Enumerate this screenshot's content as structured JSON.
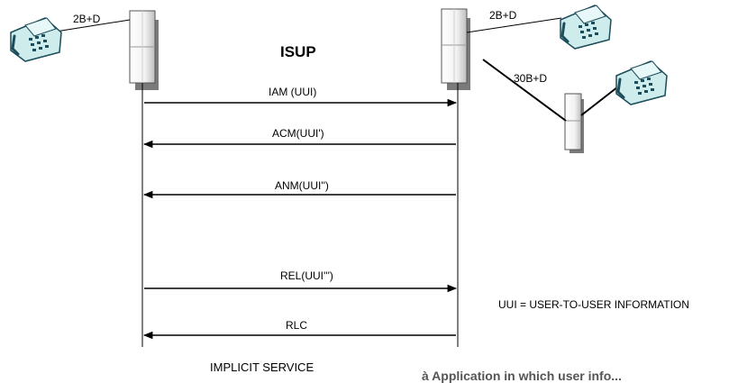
{
  "protocol_label": "ISUP",
  "links": {
    "left_phone_link": "2B+D",
    "right_phone_link": "2B+D",
    "pbx_trunk": "30B+D"
  },
  "messages": [
    {
      "label": "IAM (UUI)",
      "direction": "right"
    },
    {
      "label": "ACM(UUI')",
      "direction": "left"
    },
    {
      "label": "ANM(UUI'')",
      "direction": "left"
    },
    {
      "label": "REL(UUI''')",
      "direction": "right"
    },
    {
      "label": "RLC",
      "direction": "left"
    }
  ],
  "legend": "UUI = USER-TO-USER INFORMATION",
  "caption": "IMPLICIT SERVICE",
  "cut_off_text": "à Application in which user info..."
}
